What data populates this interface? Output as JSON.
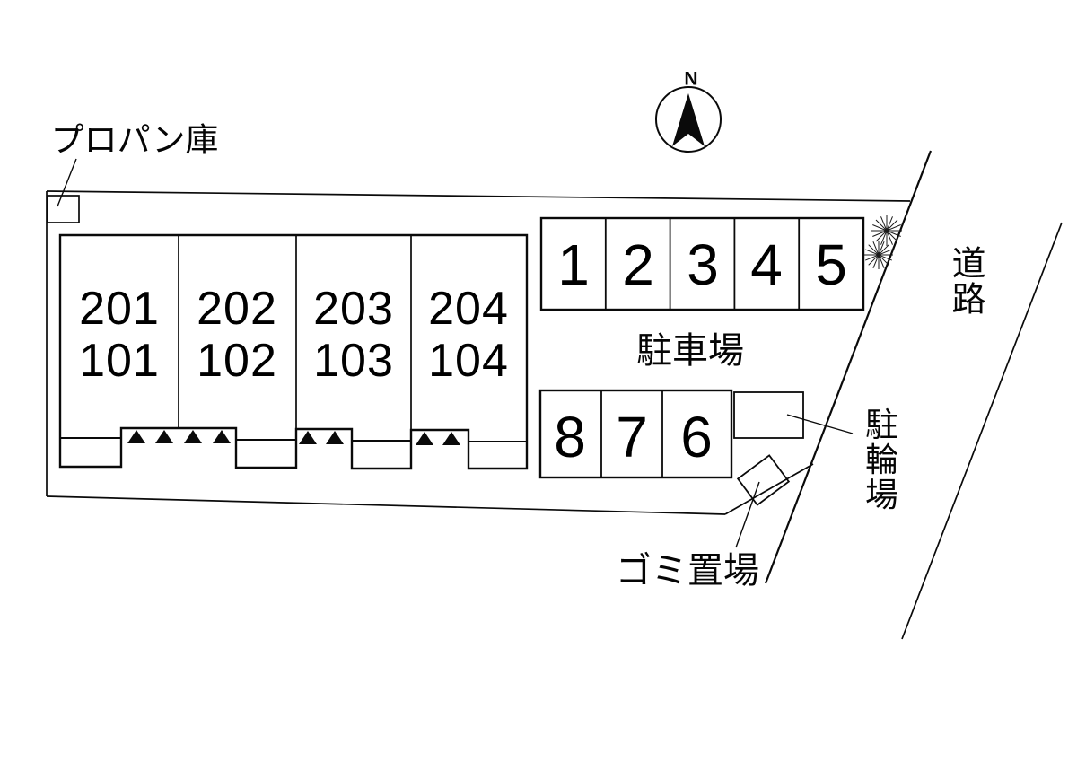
{
  "compass": {
    "north": "N"
  },
  "labels": {
    "propane_storage": "プロパン庫",
    "road": "道路",
    "car_parking": "駐車場",
    "bicycle_parking": "駐輪場",
    "garbage_area": "ゴミ置場"
  },
  "building_units": [
    {
      "upper_room": "201",
      "lower_room": "101"
    },
    {
      "upper_room": "202",
      "lower_room": "102"
    },
    {
      "upper_room": "203",
      "lower_room": "103"
    },
    {
      "upper_room": "204",
      "lower_room": "104"
    }
  ],
  "parking_stalls": {
    "top_row": [
      "1",
      "2",
      "3",
      "4",
      "5"
    ],
    "bottom_row": [
      "8",
      "7",
      "6"
    ]
  },
  "colors": {
    "line": "#0a0a0a",
    "background": "#ffffff"
  }
}
